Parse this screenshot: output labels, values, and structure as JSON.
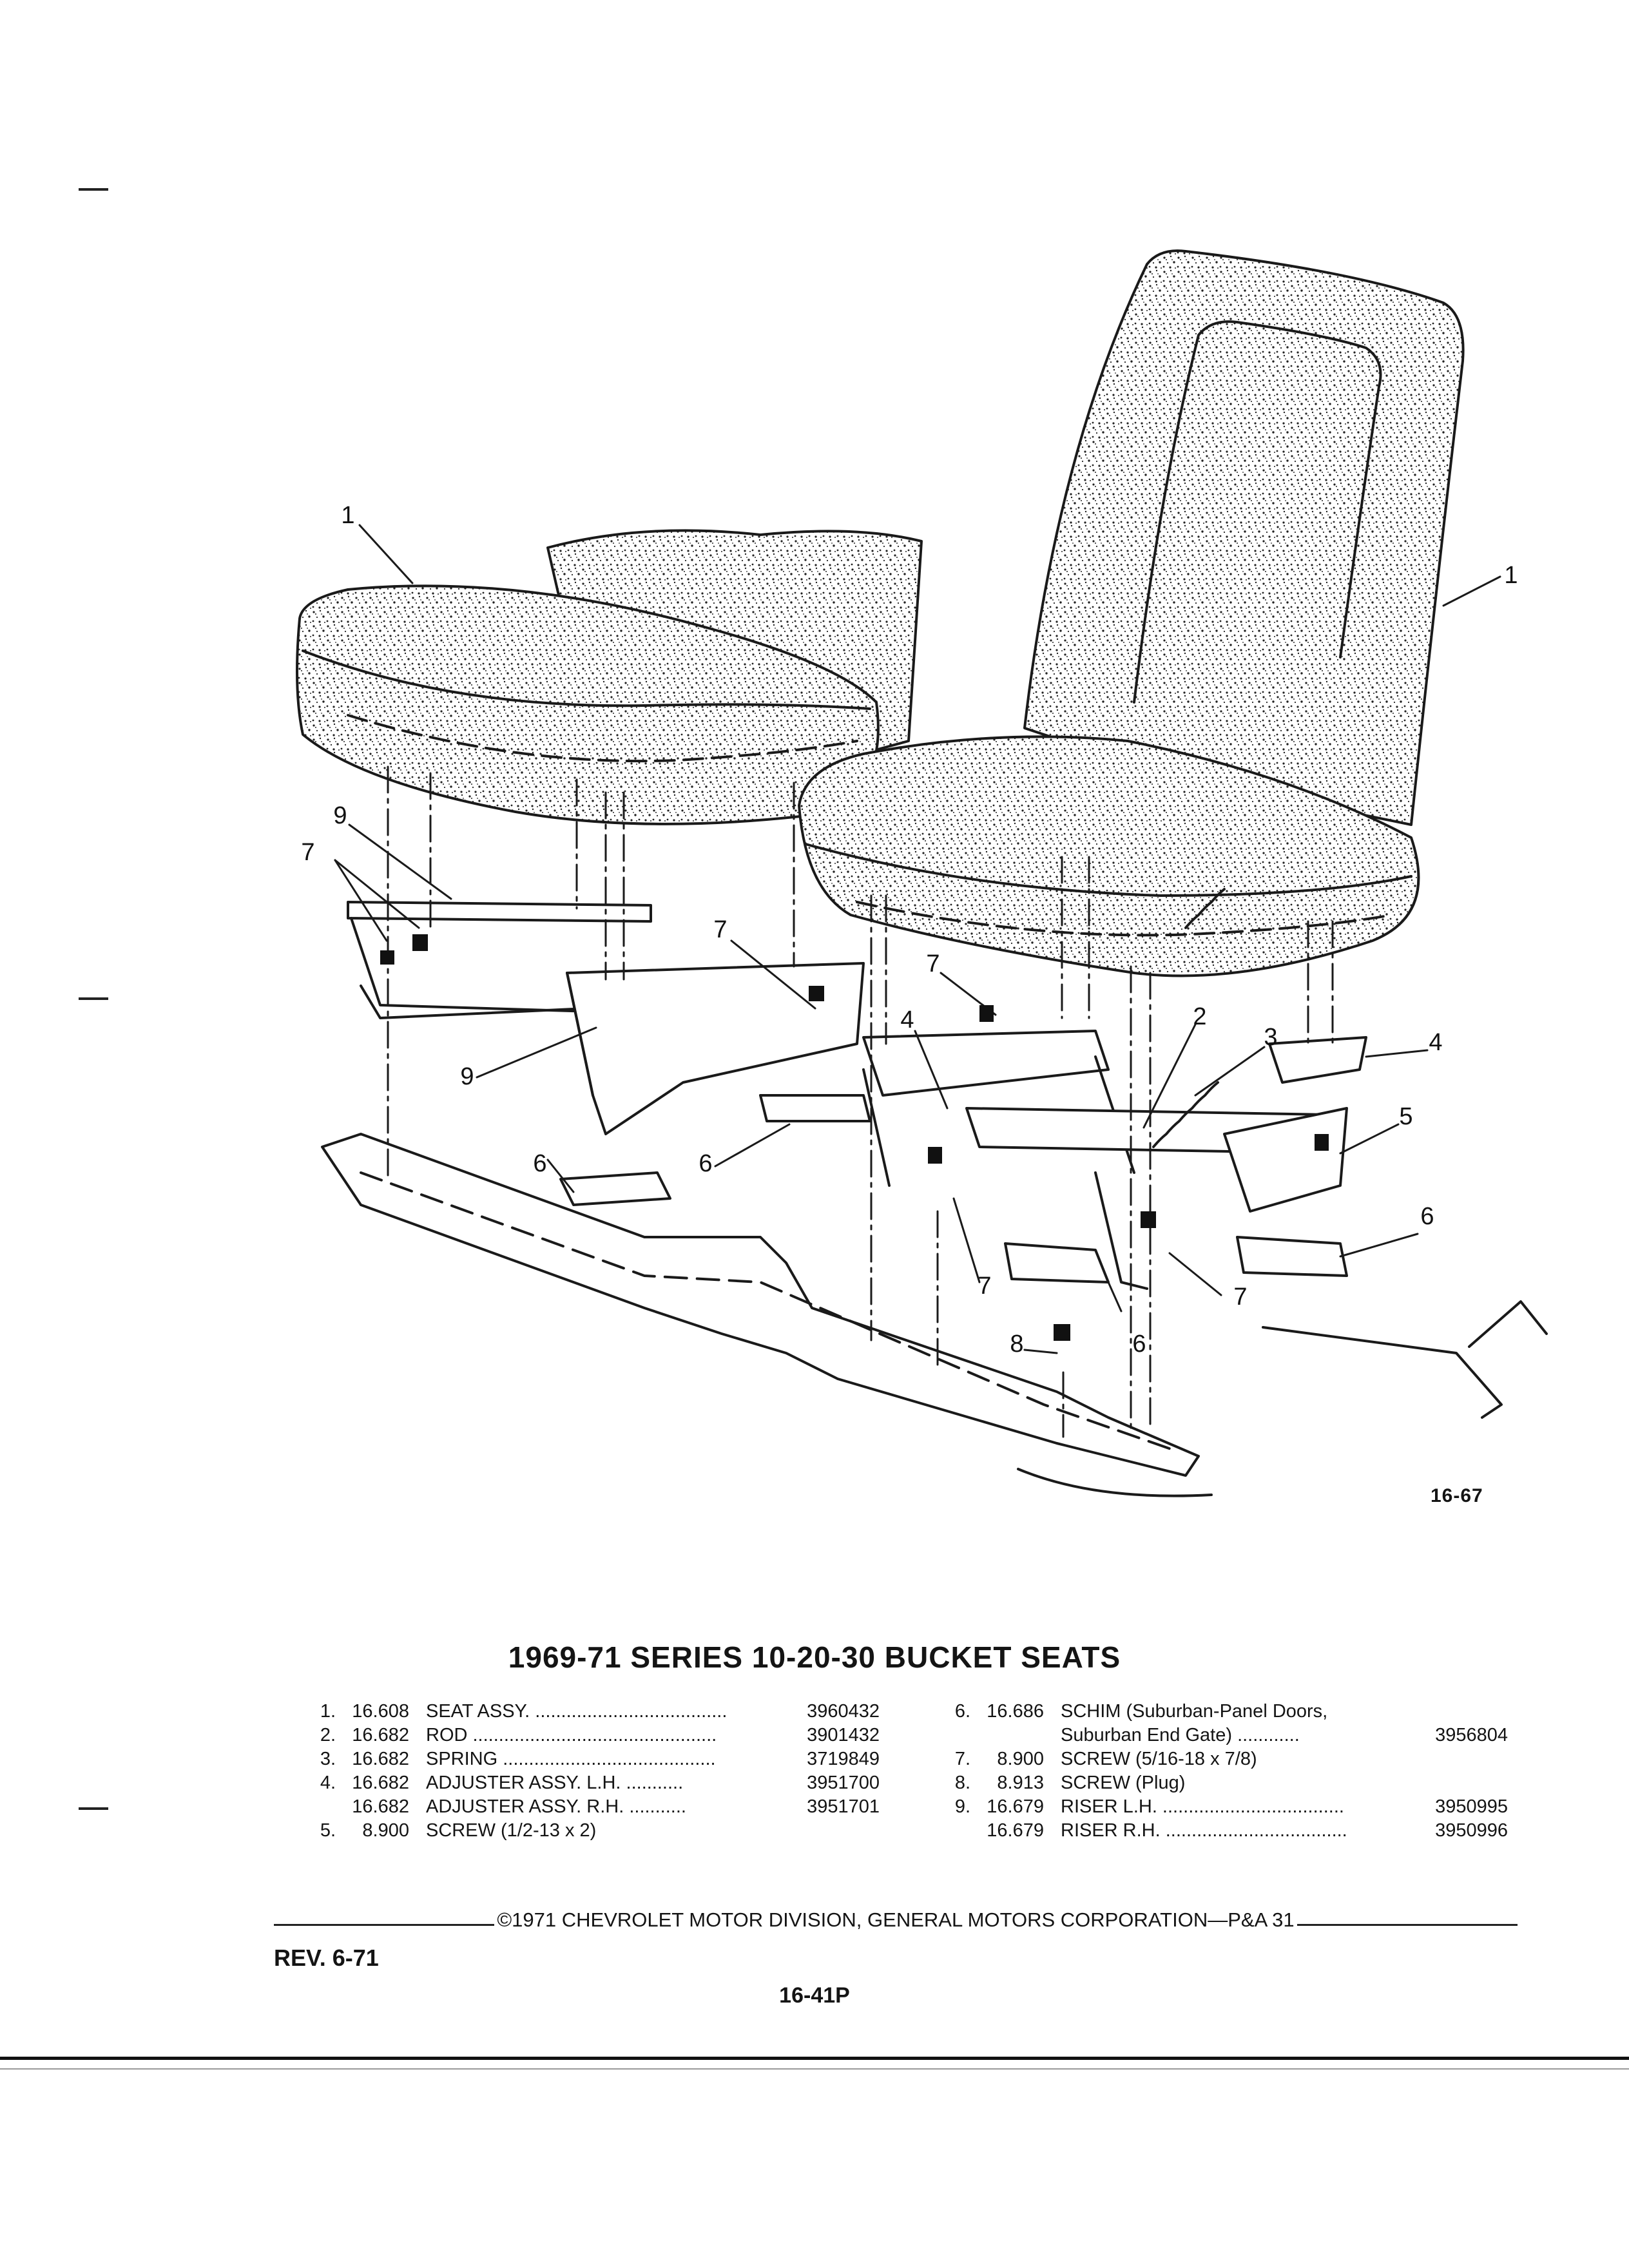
{
  "figure_number": "16-67",
  "title": "1969-71 SERIES 10-20-30 BUCKET SEATS",
  "callouts": [
    "1",
    "1",
    "9",
    "7",
    "7",
    "9",
    "6",
    "6",
    "7",
    "4",
    "2",
    "3",
    "4",
    "5",
    "6",
    "7",
    "8",
    "6",
    "7"
  ],
  "parts_left": [
    {
      "num": "1.",
      "group": "16.608",
      "desc": "SEAT ASSY. .....................................",
      "part": "3960432"
    },
    {
      "num": "2.",
      "group": "16.682",
      "desc": "ROD ...............................................",
      "part": "3901432"
    },
    {
      "num": "3.",
      "group": "16.682",
      "desc": "SPRING .........................................",
      "part": "3719849"
    },
    {
      "num": "4.",
      "group": "16.682",
      "desc": "ADJUSTER ASSY. L.H. ...........",
      "part": "3951700"
    },
    {
      "num": "",
      "group": "16.682",
      "desc": "ADJUSTER ASSY. R.H. ...........",
      "part": "3951701"
    },
    {
      "num": "5.",
      "group": "8.900",
      "desc": "SCREW (1/2-13 x 2)",
      "part": ""
    }
  ],
  "parts_right": [
    {
      "num": "6.",
      "group": "16.686",
      "desc": "SCHIM (Suburban-Panel Doors,",
      "part": ""
    },
    {
      "num": "",
      "group": "",
      "desc": "Suburban End Gate) ............",
      "part": "3956804"
    },
    {
      "num": "7.",
      "group": "8.900",
      "desc": "SCREW (5/16-18 x 7/8)",
      "part": ""
    },
    {
      "num": "8.",
      "group": "8.913",
      "desc": "SCREW (Plug)",
      "part": ""
    },
    {
      "num": "9.",
      "group": "16.679",
      "desc": "RISER L.H. ...................................",
      "part": "3950995"
    },
    {
      "num": "",
      "group": "16.679",
      "desc": "RISER R.H. ...................................",
      "part": "3950996"
    }
  ],
  "footer": {
    "copyright": "©1971 CHEVROLET MOTOR DIVISION, GENERAL MOTORS CORPORATION—P&A 31",
    "revision": "REV. 6-71",
    "page": "16-41P"
  }
}
